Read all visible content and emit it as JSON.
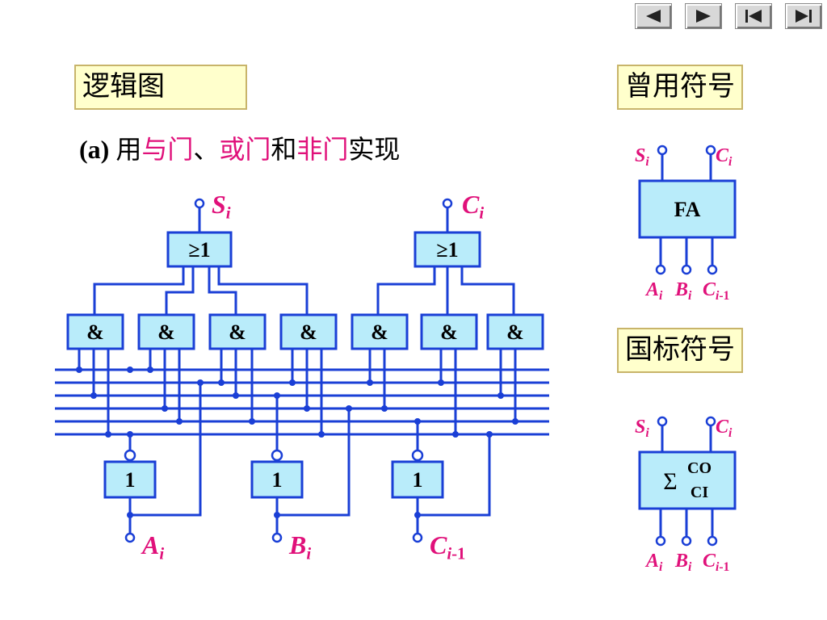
{
  "nav": {
    "buttons": [
      {
        "name": "prev-icon"
      },
      {
        "name": "next-icon"
      },
      {
        "name": "first-icon"
      },
      {
        "name": "last-icon"
      }
    ]
  },
  "labels": {
    "logic_diagram": "逻辑图",
    "old_symbol": "曾用符号",
    "national_symbol": "国标符号"
  },
  "subtitle": {
    "prefix": "(a)",
    "p1": " 用",
    "and_gate": "与门",
    "p2": "、",
    "or_gate": "或门",
    "p3": "和",
    "not_gate": "非门",
    "p4": "实现"
  },
  "gates": {
    "or_label": "≥1",
    "and_label": "&",
    "not_label": "1"
  },
  "signals": {
    "S": "S",
    "C": "C",
    "A": "A",
    "B": "B",
    "sub_i": "i",
    "sub_i1": "i",
    "sub_i_minus1": "-1"
  },
  "symbols": {
    "fa": "FA",
    "sigma": "Σ",
    "co": "CO",
    "ci": "CI"
  },
  "colors": {
    "wire": "#1a3fd6",
    "gate_fill": "#b9ecfa",
    "signal": "#e0107a",
    "label_bg": "#ffffcc"
  }
}
